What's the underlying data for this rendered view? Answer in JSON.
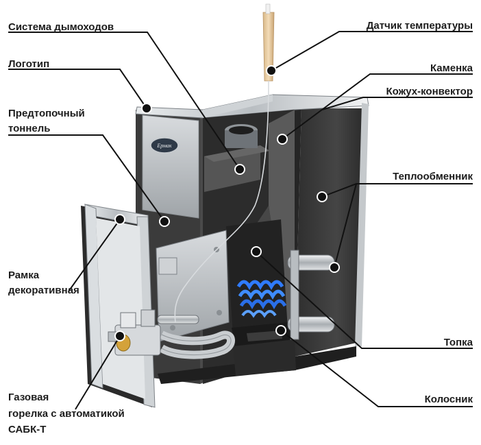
{
  "labels": {
    "flue_system": "Система дымоходов",
    "logo": "Логотип",
    "pre_firebox_tunnel_line1": "Предтопочный",
    "pre_firebox_tunnel_line2": "тоннель",
    "decor_frame_line1": "Рамка",
    "decor_frame_line2": "декоративная",
    "gas_burner_line1": "Газовая",
    "gas_burner_line2": "горелка с автоматикой",
    "gas_burner_line3": "САБК-Т",
    "temperature_sensor": "Датчик температуры",
    "heater": "Каменка",
    "casing_convector": "Кожух-конвектор",
    "heat_exchanger": "Теплообменник",
    "firebox": "Топка",
    "grate": "Колосник"
  },
  "logo_text": "Ермак",
  "colors": {
    "body_dark": "#3a3a3a",
    "body_mid": "#4a4a4a",
    "steel": "#c9cdd0",
    "steel_dark": "#8d9297",
    "flame": "#2f7bff",
    "line": "#111111",
    "rod": "#e6c9a0"
  }
}
